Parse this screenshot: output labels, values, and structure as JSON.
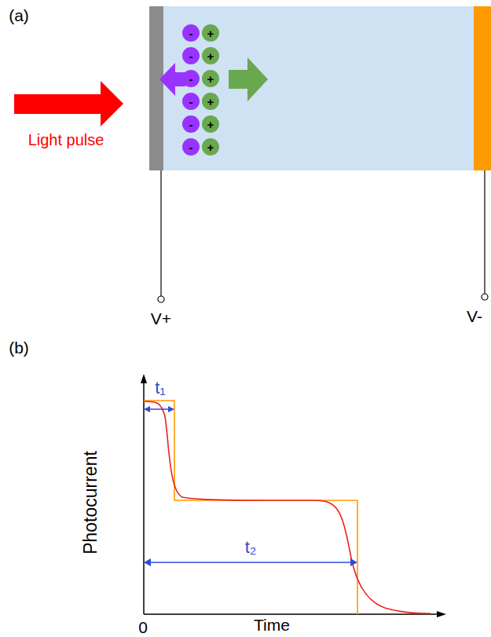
{
  "diagram": {
    "labels": [
      "(a)",
      "Light pulse",
      "-",
      "+",
      "-",
      "+",
      "-",
      "+",
      "-",
      "+",
      "-",
      "+",
      "-",
      "+",
      "V+",
      "V-",
      "(b)",
      "t₁",
      "t₂",
      "Photocurrent",
      "0",
      "Time"
    ]
  }
}
